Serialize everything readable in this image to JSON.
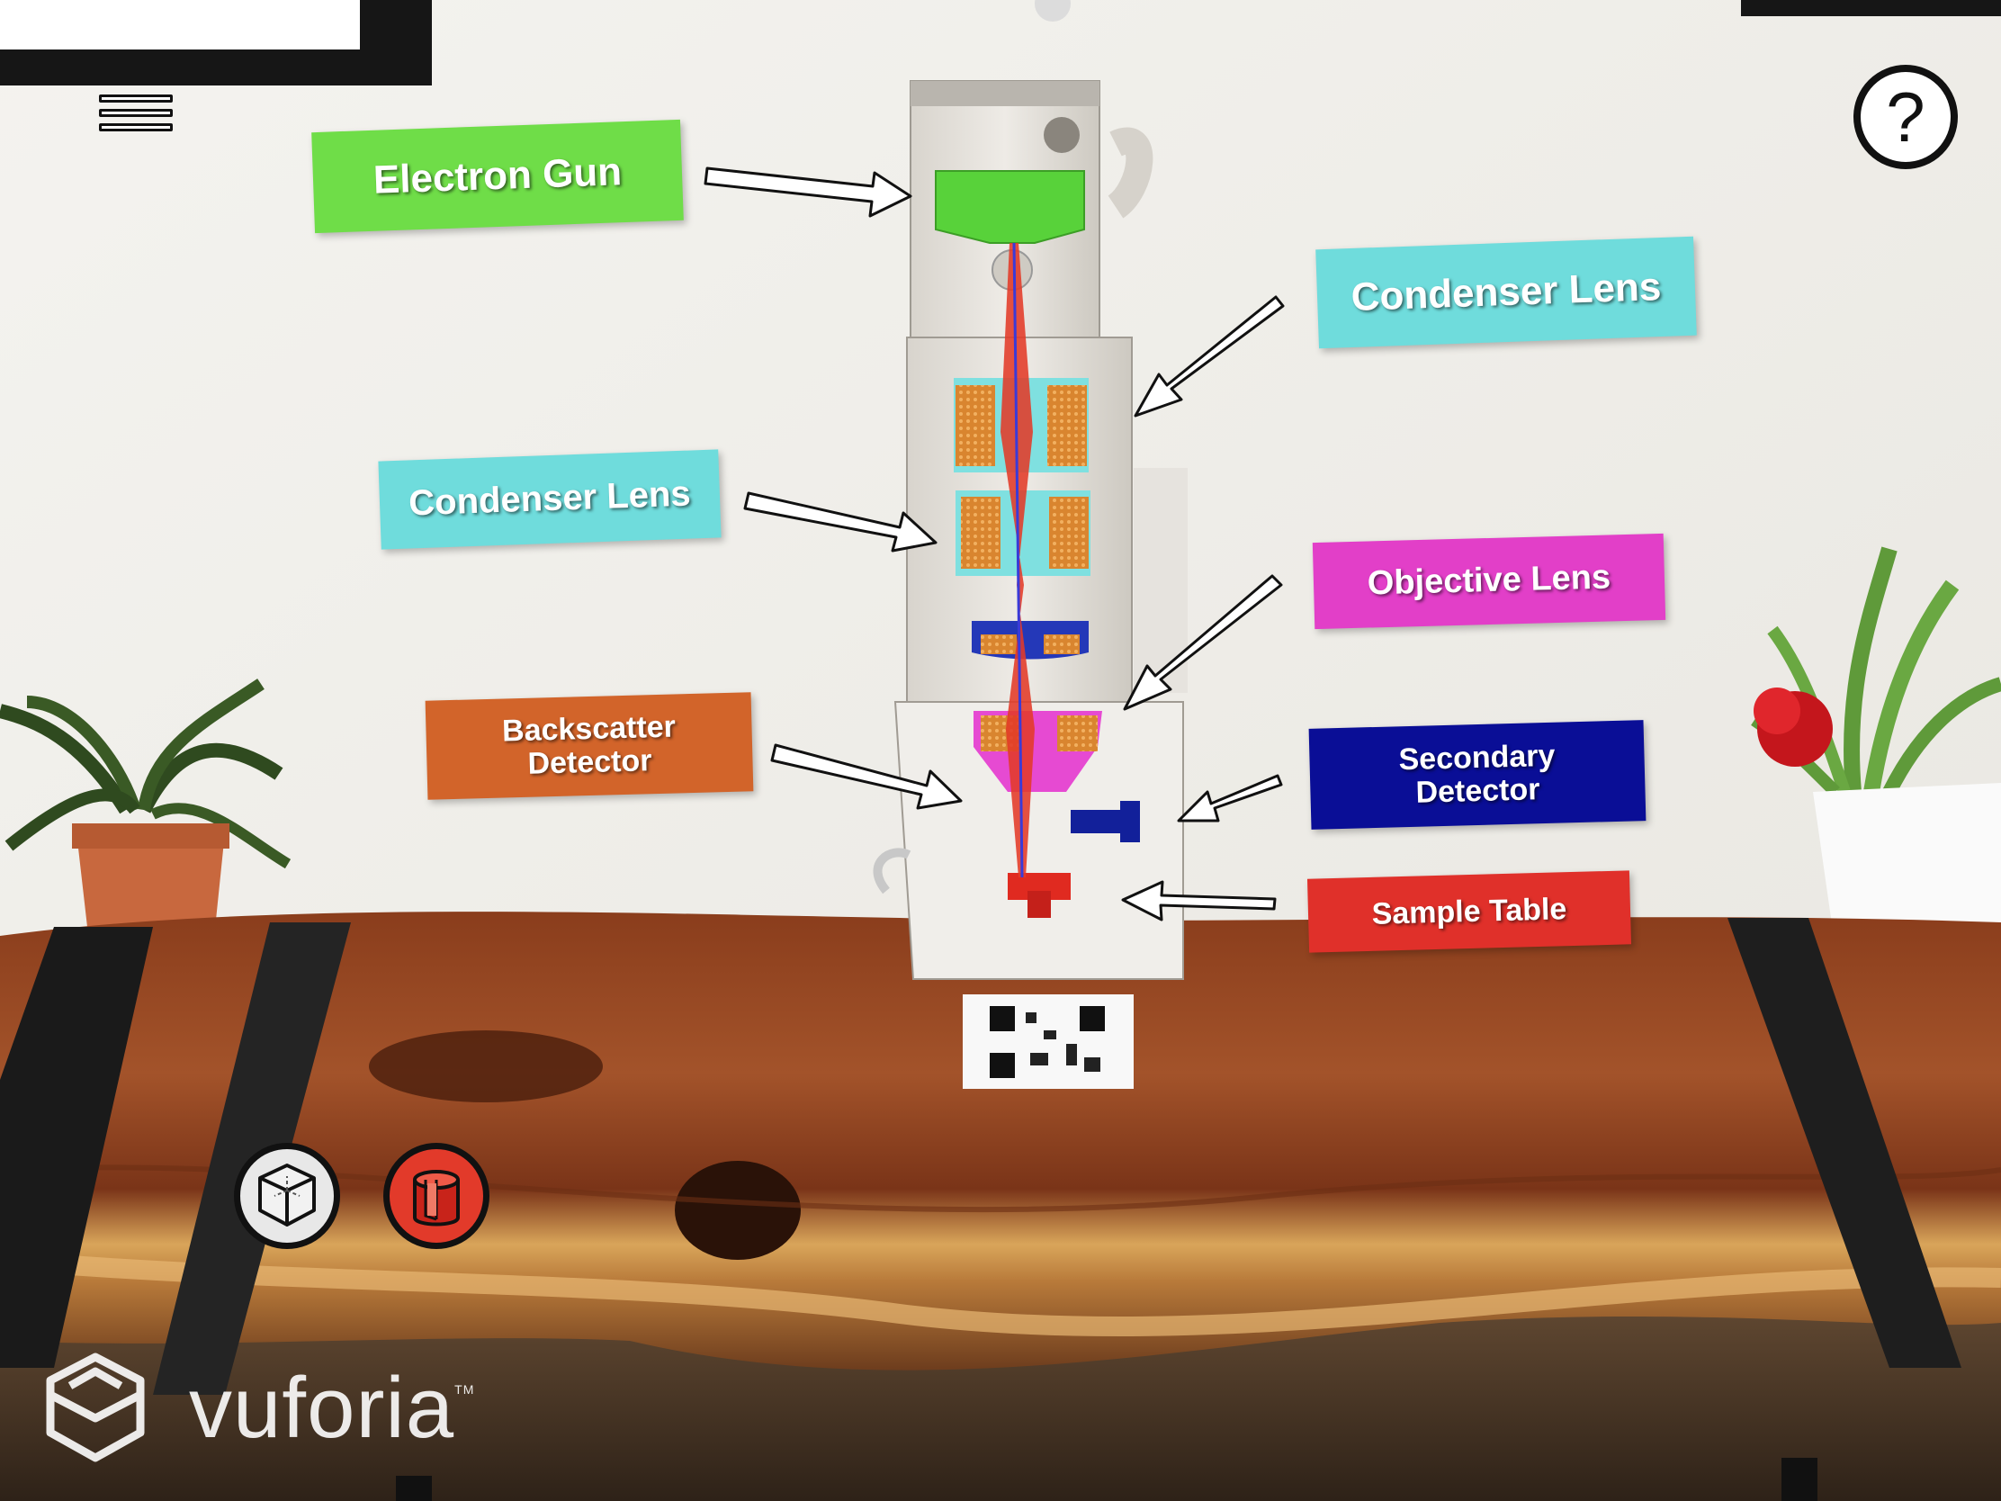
{
  "labels": {
    "electron_gun": "Electron Gun",
    "condenser_lens_right": "Condenser Lens",
    "condenser_lens_left": "Condenser Lens",
    "objective_lens": "Objective Lens",
    "backscatter_detector_line1": "Backscatter",
    "backscatter_detector_line2": "Detector",
    "secondary_detector_line1": "Secondary",
    "secondary_detector_line2": "Detector",
    "sample_table": "Sample Table"
  },
  "toolbar": {
    "menu_icon": "hamburger-menu-icon",
    "help_symbol": "?",
    "view_mode_icon": "cube-icon",
    "cutaway_icon": "cutaway-cylinder-icon"
  },
  "branding": {
    "logo_text": "vuforia",
    "trademark": "TM"
  },
  "colors": {
    "electron_gun": "#6fdd48",
    "condenser_lens": "#6fdcdc",
    "objective_lens": "#e23fc8",
    "backscatter_detector": "#d2642a",
    "secondary_detector": "#0a0e96",
    "sample_table": "#e0302a"
  }
}
